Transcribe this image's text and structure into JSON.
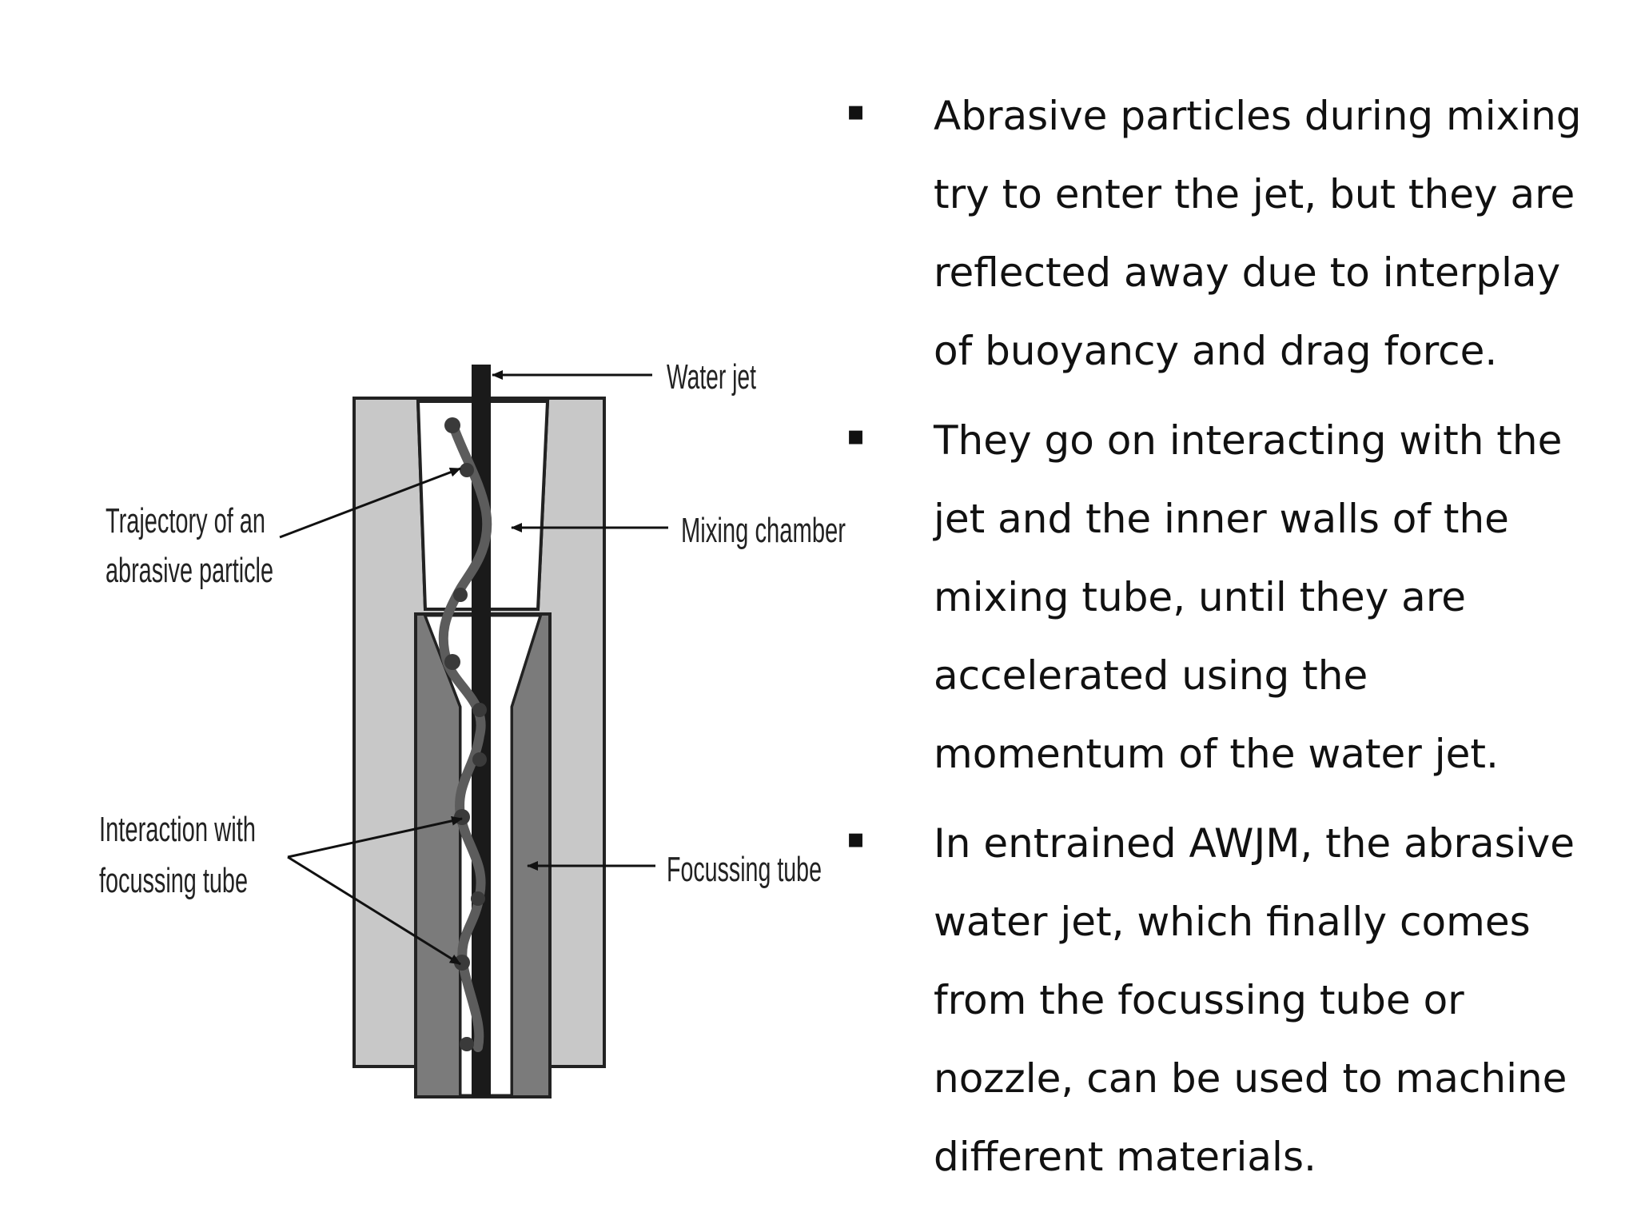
{
  "diagram": {
    "labels": {
      "water_jet": "Water jet",
      "mixing_chamber": "Mixing chamber",
      "focussing_tube": "Focussing tube",
      "trajectory_line1": "Trajectory of an",
      "trajectory_line2": "abrasive particle",
      "interaction_line1": "Interaction with",
      "interaction_line2": "focussing tube"
    },
    "colors": {
      "outer_body": "#c8c8c8",
      "focussing_tube": "#7b7b7b",
      "jet": "#1a1a1a",
      "trajectory": "#5c5c5c"
    }
  },
  "bullets": {
    "marker": "▪",
    "items": [
      {
        "text": "Abrasive particles during mixing try to enter the jet, but they are reflected away due to interplay of buoyancy and drag force."
      },
      {
        "text": "They go on interacting with the jet and the inner walls of the mixing tube, until they are accelerated using the momentum of the water jet."
      },
      {
        "text": "In entrained AWJM, the abrasive water jet, which finally comes from the focussing tube or nozzle, can be used to machine different materials."
      }
    ]
  }
}
